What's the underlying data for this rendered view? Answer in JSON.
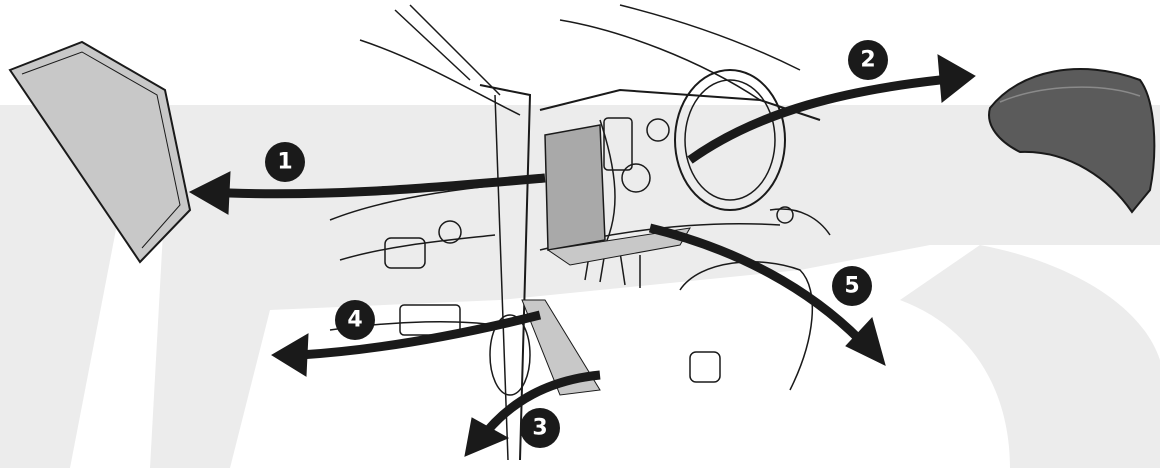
{
  "diagram": {
    "callouts": [
      {
        "id": "1",
        "label": "1"
      },
      {
        "id": "2",
        "label": "2"
      },
      {
        "id": "3",
        "label": "3"
      },
      {
        "id": "4",
        "label": "4"
      },
      {
        "id": "5",
        "label": "5"
      }
    ],
    "colors": {
      "background": "#ffffff",
      "watermark": "#ececec",
      "line": "#1a1a1a",
      "panel_gray": "#c8c8c8",
      "dash_gray": "#a9a9a9",
      "trim_dark": "#5b5b5b",
      "arrow": "#1a1a1a"
    }
  }
}
